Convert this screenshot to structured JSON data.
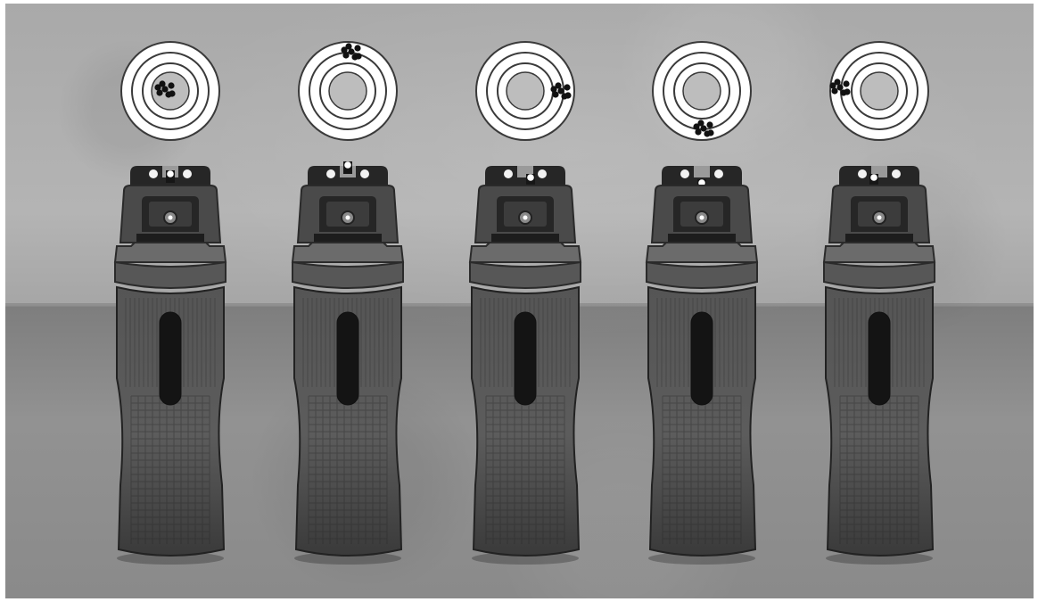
{
  "stations": [
    {
      "id": "1",
      "group_position": "center",
      "front_sight": "level"
    },
    {
      "id": "2",
      "group_position": "top",
      "front_sight": "high"
    },
    {
      "id": "3",
      "group_position": "right",
      "front_sight": "right"
    },
    {
      "id": "4",
      "group_position": "bottom",
      "front_sight": "low"
    },
    {
      "id": "5",
      "group_position": "left",
      "front_sight": "left"
    }
  ],
  "colors": {
    "target_ring": "#3a3a3a",
    "target_face": "#ffffff",
    "bull": "#bdbdbd",
    "pistol_dark": "#262626",
    "pistol_mid": "#4a4a4a",
    "pistol_light": "#6b6b6b"
  }
}
